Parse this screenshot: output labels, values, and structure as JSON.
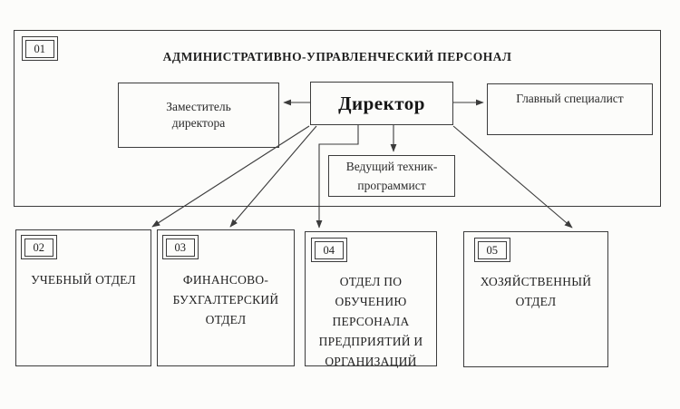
{
  "colors": {
    "ink": "#3c3c3c",
    "paper": "#fcfcfa"
  },
  "admin_unit": {
    "code": "01",
    "title": "АДМИНИСТРАТИВНО-УПРАВЛЕНЧЕСКИЙ ПЕРСОНАЛ",
    "positions": {
      "director": "Директор",
      "deputy": "Заместитель\nдиректора",
      "chief_specialist": "Главный специалист",
      "lead_programmer": "Ведущий техник-\nпрограммист"
    }
  },
  "departments": [
    {
      "code": "02",
      "name": "УЧЕБНЫЙ ОТДЕЛ"
    },
    {
      "code": "03",
      "name": "ФИНАНСОВО-\nБУХГАЛТЕРСКИЙ\nОТДЕЛ"
    },
    {
      "code": "04",
      "name": "ОТДЕЛ ПО\nОБУЧЕНИЮ\nПЕРСОНАЛА\nПРЕДПРИЯТИЙ И\nОРГАНИЗАЦИЙ"
    },
    {
      "code": "05",
      "name": "ХОЗЯЙСТВЕННЫЙ\nОТДЕЛ"
    }
  ]
}
